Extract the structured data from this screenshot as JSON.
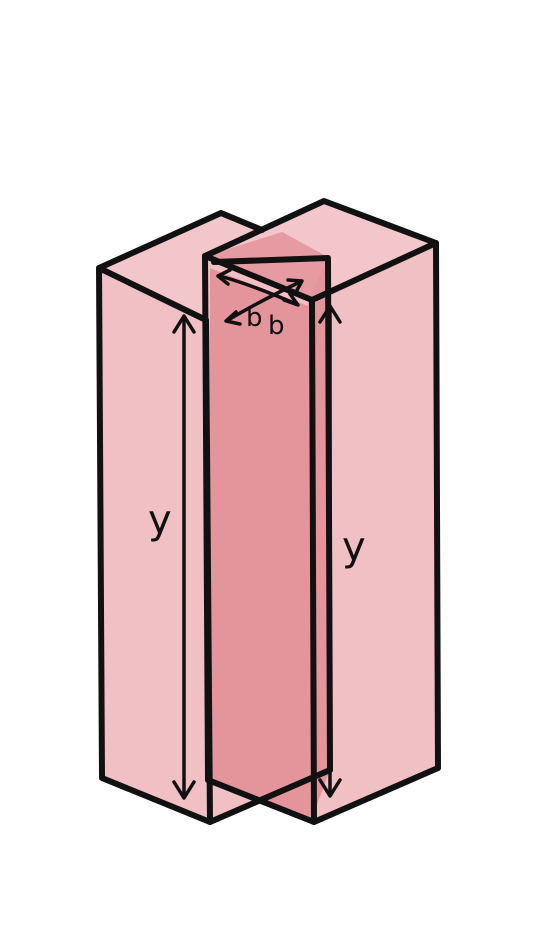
{
  "diagram": {
    "labels": {
      "left_height": "y",
      "right_height": "y",
      "overlap_width_1": "b",
      "overlap_width_2": "b"
    },
    "colors": {
      "prism_face": "#f0c0c4",
      "prism_top": "#f2c6ca",
      "overlap_face": "#e4959c",
      "overlap_top": "#e69aa1",
      "overlap_label": "#8a3a42",
      "outline": "#111111"
    }
  }
}
